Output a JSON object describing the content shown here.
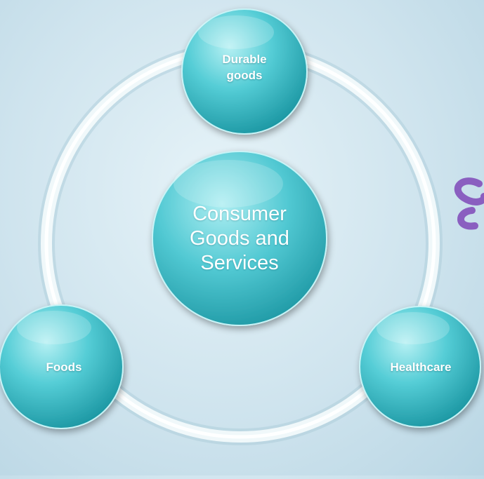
{
  "diagram": {
    "center": {
      "lines": [
        "Consumer",
        "Goods and",
        "Services"
      ]
    },
    "nodes": [
      {
        "id": "durable-goods",
        "lines": [
          "Durable",
          "goods"
        ]
      },
      {
        "id": "healthcare",
        "lines": [
          "Healthcare"
        ]
      },
      {
        "id": "foods",
        "lines": [
          "Foods"
        ]
      }
    ]
  },
  "colors": {
    "node_light": "#8fe3ea",
    "node_mid": "#46c6d0",
    "node_dark": "#1c98a4",
    "ring": "#f4fbfc",
    "background": "#cfe4ee",
    "decoration": "#8a5fc0"
  }
}
